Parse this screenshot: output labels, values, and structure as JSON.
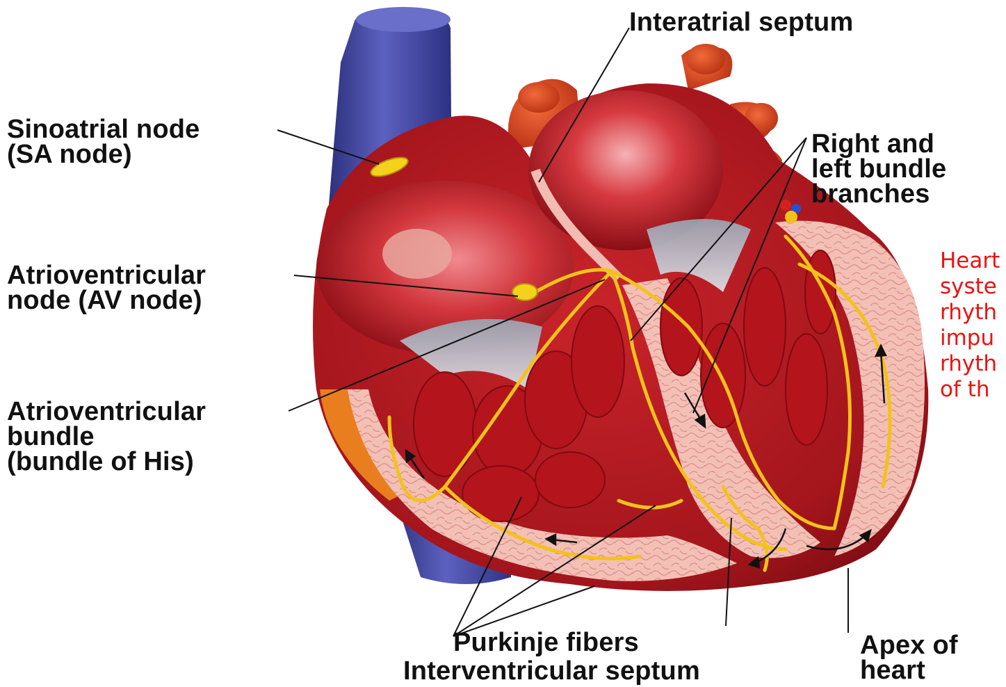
{
  "labels": {
    "interatrial_septum": "Interatrial septum",
    "sa_node": [
      "Sinoatrial node",
      "(SA node)"
    ],
    "bundle_branches": [
      "Right and",
      "left bundle",
      "branches"
    ],
    "av_node": [
      "Atrioventricular",
      "node (AV node)"
    ],
    "av_bundle": [
      "Atrioventricular",
      "bundle",
      "(bundle of His)"
    ],
    "purkinje_fibers": "Purkinje fibers",
    "interventricular_septum": "Interventricular septum",
    "apex": [
      "Apex of",
      "heart"
    ]
  },
  "side_note": [
    "Heart",
    "syste",
    "rhyth",
    "impu",
    "rhyth",
    "of th"
  ],
  "colors": {
    "label_text": "#111111",
    "note_text": "#ee1111",
    "vein_blue": "#4a4fa6",
    "myocardium_red": "#b81a22",
    "septum_pink": "#f2b8b0",
    "conduction_yellow": "#f3c21a",
    "artery_orange": "#d9401c"
  }
}
